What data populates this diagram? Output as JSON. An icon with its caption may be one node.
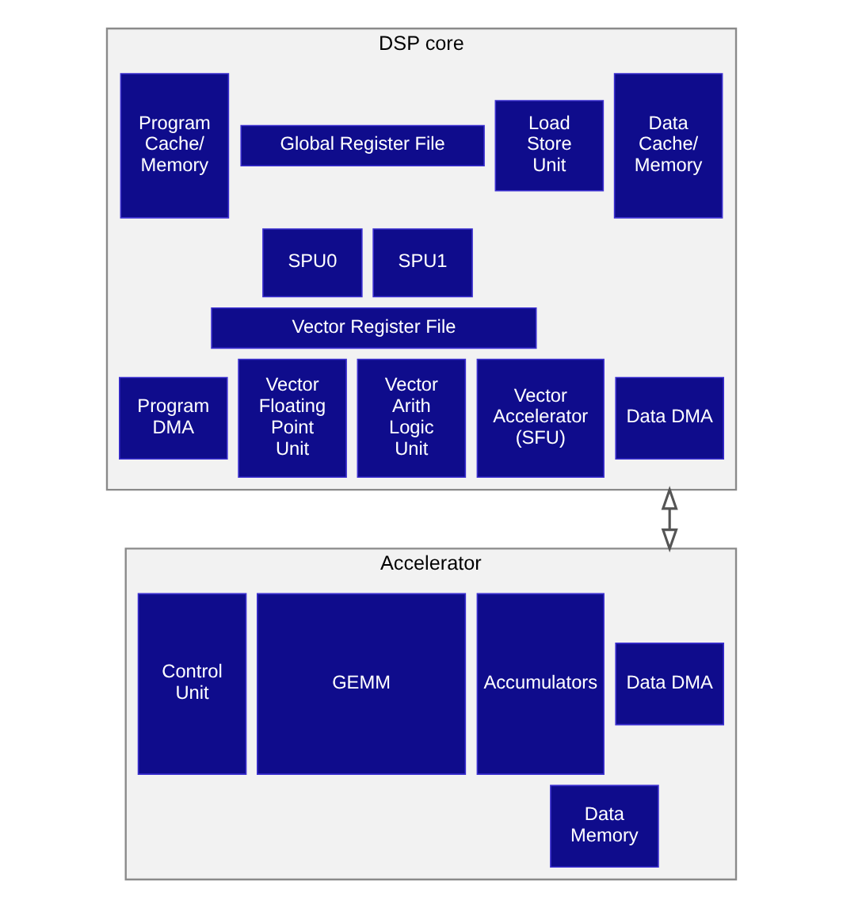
{
  "diagram": {
    "nodes": [
      {
        "text": [
          "DSP core"
        ]
      },
      {
        "text": [
          "Program Cache/ Memory"
        ],
        "in": 0
      },
      {
        "text": [
          "Global Register File"
        ],
        "in": 0
      },
      {
        "text": [
          "Load Store Unit"
        ],
        "in": 0
      },
      {
        "text": [
          "Data Cache/ Memory"
        ],
        "in": 0
      },
      {
        "text": [
          "SPU0"
        ],
        "in": 0
      },
      {
        "text": [
          "SPU1"
        ],
        "in": 0
      },
      {
        "text": [
          "Vector Register File"
        ],
        "in": 0
      },
      {
        "text": [
          "Program DMA"
        ],
        "in": 0
      },
      {
        "text": [
          "Vector Floating Point Unit"
        ],
        "in": 0
      },
      {
        "text": [
          "Vector Arith Logic Unit"
        ],
        "in": 0
      },
      {
        "text": [
          "Vector Accelerator (SFU)"
        ],
        "in": 0
      },
      {
        "text": [
          "Data DMA"
        ],
        "in": 0
      },
      {
        "text": [
          "Accelerator"
        ]
      },
      {
        "text": [
          "Control Unit"
        ],
        "in": 13
      },
      {
        "text": [
          "GEMM"
        ],
        "in": 13
      },
      {
        "text": [
          "Accumulators"
        ],
        "in": 13
      },
      {
        "text": [
          "Data DMA"
        ],
        "in": 13
      },
      {
        "text": [
          "Data Memory"
        ],
        "in": 13
      }
    ],
    "edges": [
      {
        "from": 0,
        "to": 13,
        "arrow": "both"
      }
    ]
  }
}
